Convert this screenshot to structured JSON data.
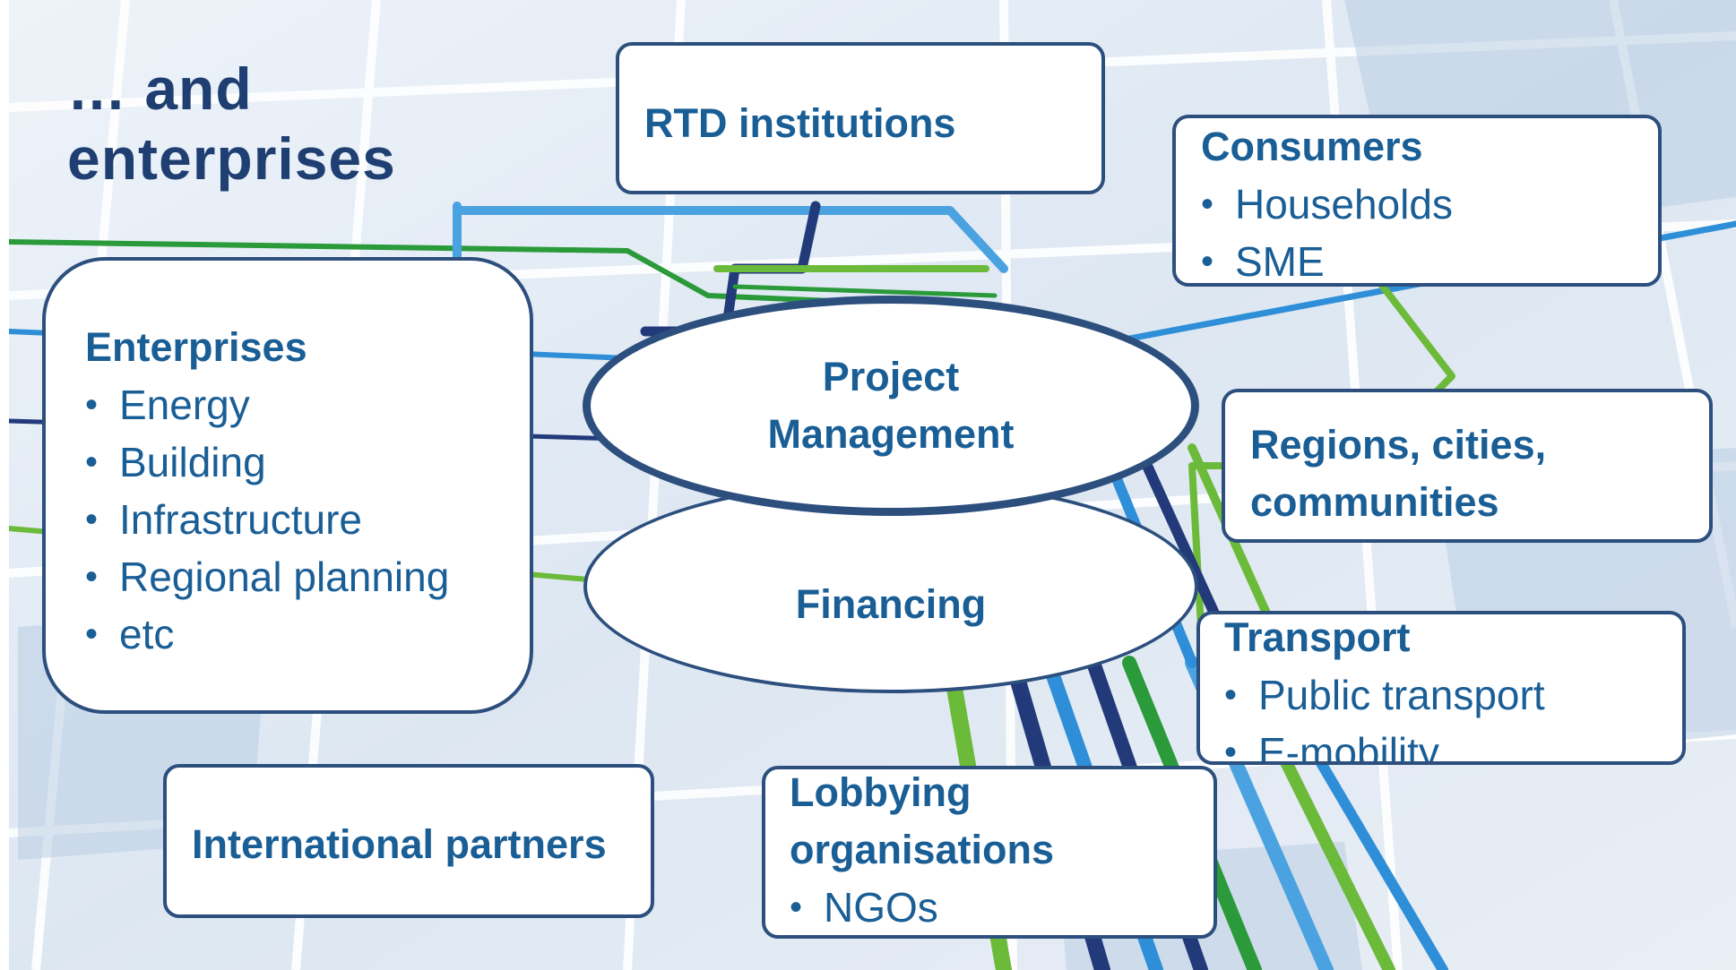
{
  "heading": {
    "line1": "… and",
    "line2": "enterprises"
  },
  "nodes": {
    "rtd": {
      "title": "RTD institutions"
    },
    "consumers": {
      "title": "Consumers",
      "items": [
        "Households",
        "SME"
      ]
    },
    "enterprises": {
      "title": "Enterprises",
      "items": [
        "Energy",
        "Building",
        "Infrastructure",
        "Regional planning",
        "etc"
      ]
    },
    "project_management": {
      "line1": "Project",
      "line2": "Management"
    },
    "financing": {
      "label": "Financing"
    },
    "regions": {
      "line1": "Regions, cities,",
      "line2": "communities"
    },
    "transport": {
      "title": "Transport",
      "items": [
        "Public transport",
        "E-mobility"
      ]
    },
    "international": {
      "title": "International partners"
    },
    "lobbying": {
      "line1": "Lobbying",
      "line2": "organisations",
      "items": [
        "NGOs"
      ]
    }
  },
  "bullet_glyph": "•",
  "colors": {
    "text": "#1a5e96",
    "heading": "#1f3f72",
    "border": "#2c4f7e",
    "background_grid": "#c9d8ea",
    "line_navy": "#223a7a",
    "line_blue": "#2e8fd8",
    "line_green": "#6cba3a"
  }
}
